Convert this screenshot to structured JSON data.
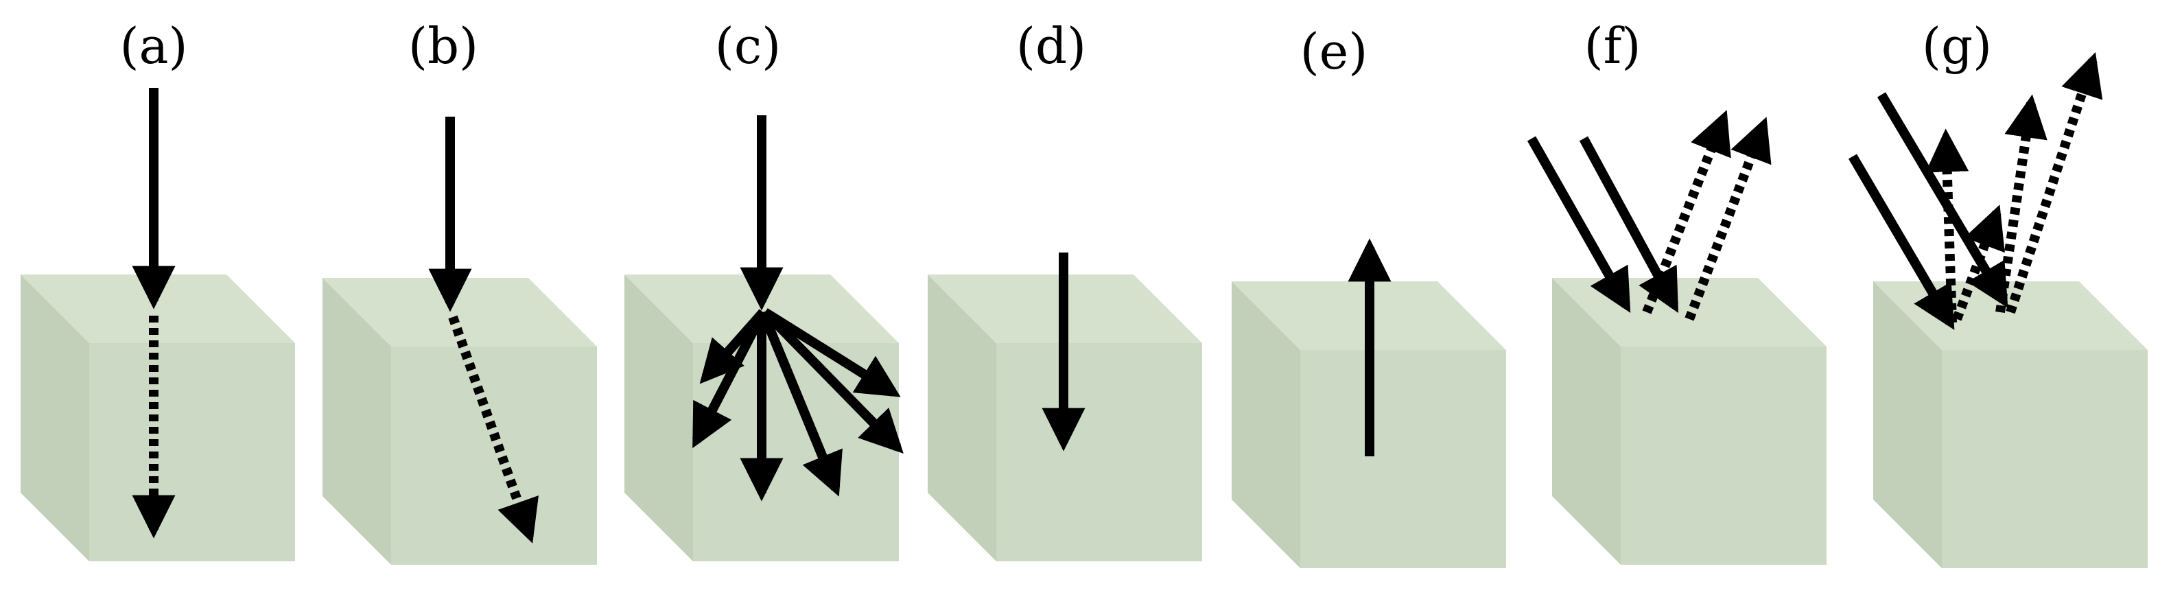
{
  "panels": [
    {
      "id": "a",
      "label": "(a)"
    },
    {
      "id": "b",
      "label": "(b)"
    },
    {
      "id": "c",
      "label": "(c)"
    },
    {
      "id": "d",
      "label": "(d)"
    },
    {
      "id": "e",
      "label": "(e)"
    },
    {
      "id": "f",
      "label": "(f)"
    },
    {
      "id": "g",
      "label": "(g)"
    }
  ],
  "colors": {
    "cube_front": "#ccd9c4",
    "cube_top": "#d5e0cd",
    "cube_side": "#c2d0b9",
    "arrow": "#000000"
  }
}
